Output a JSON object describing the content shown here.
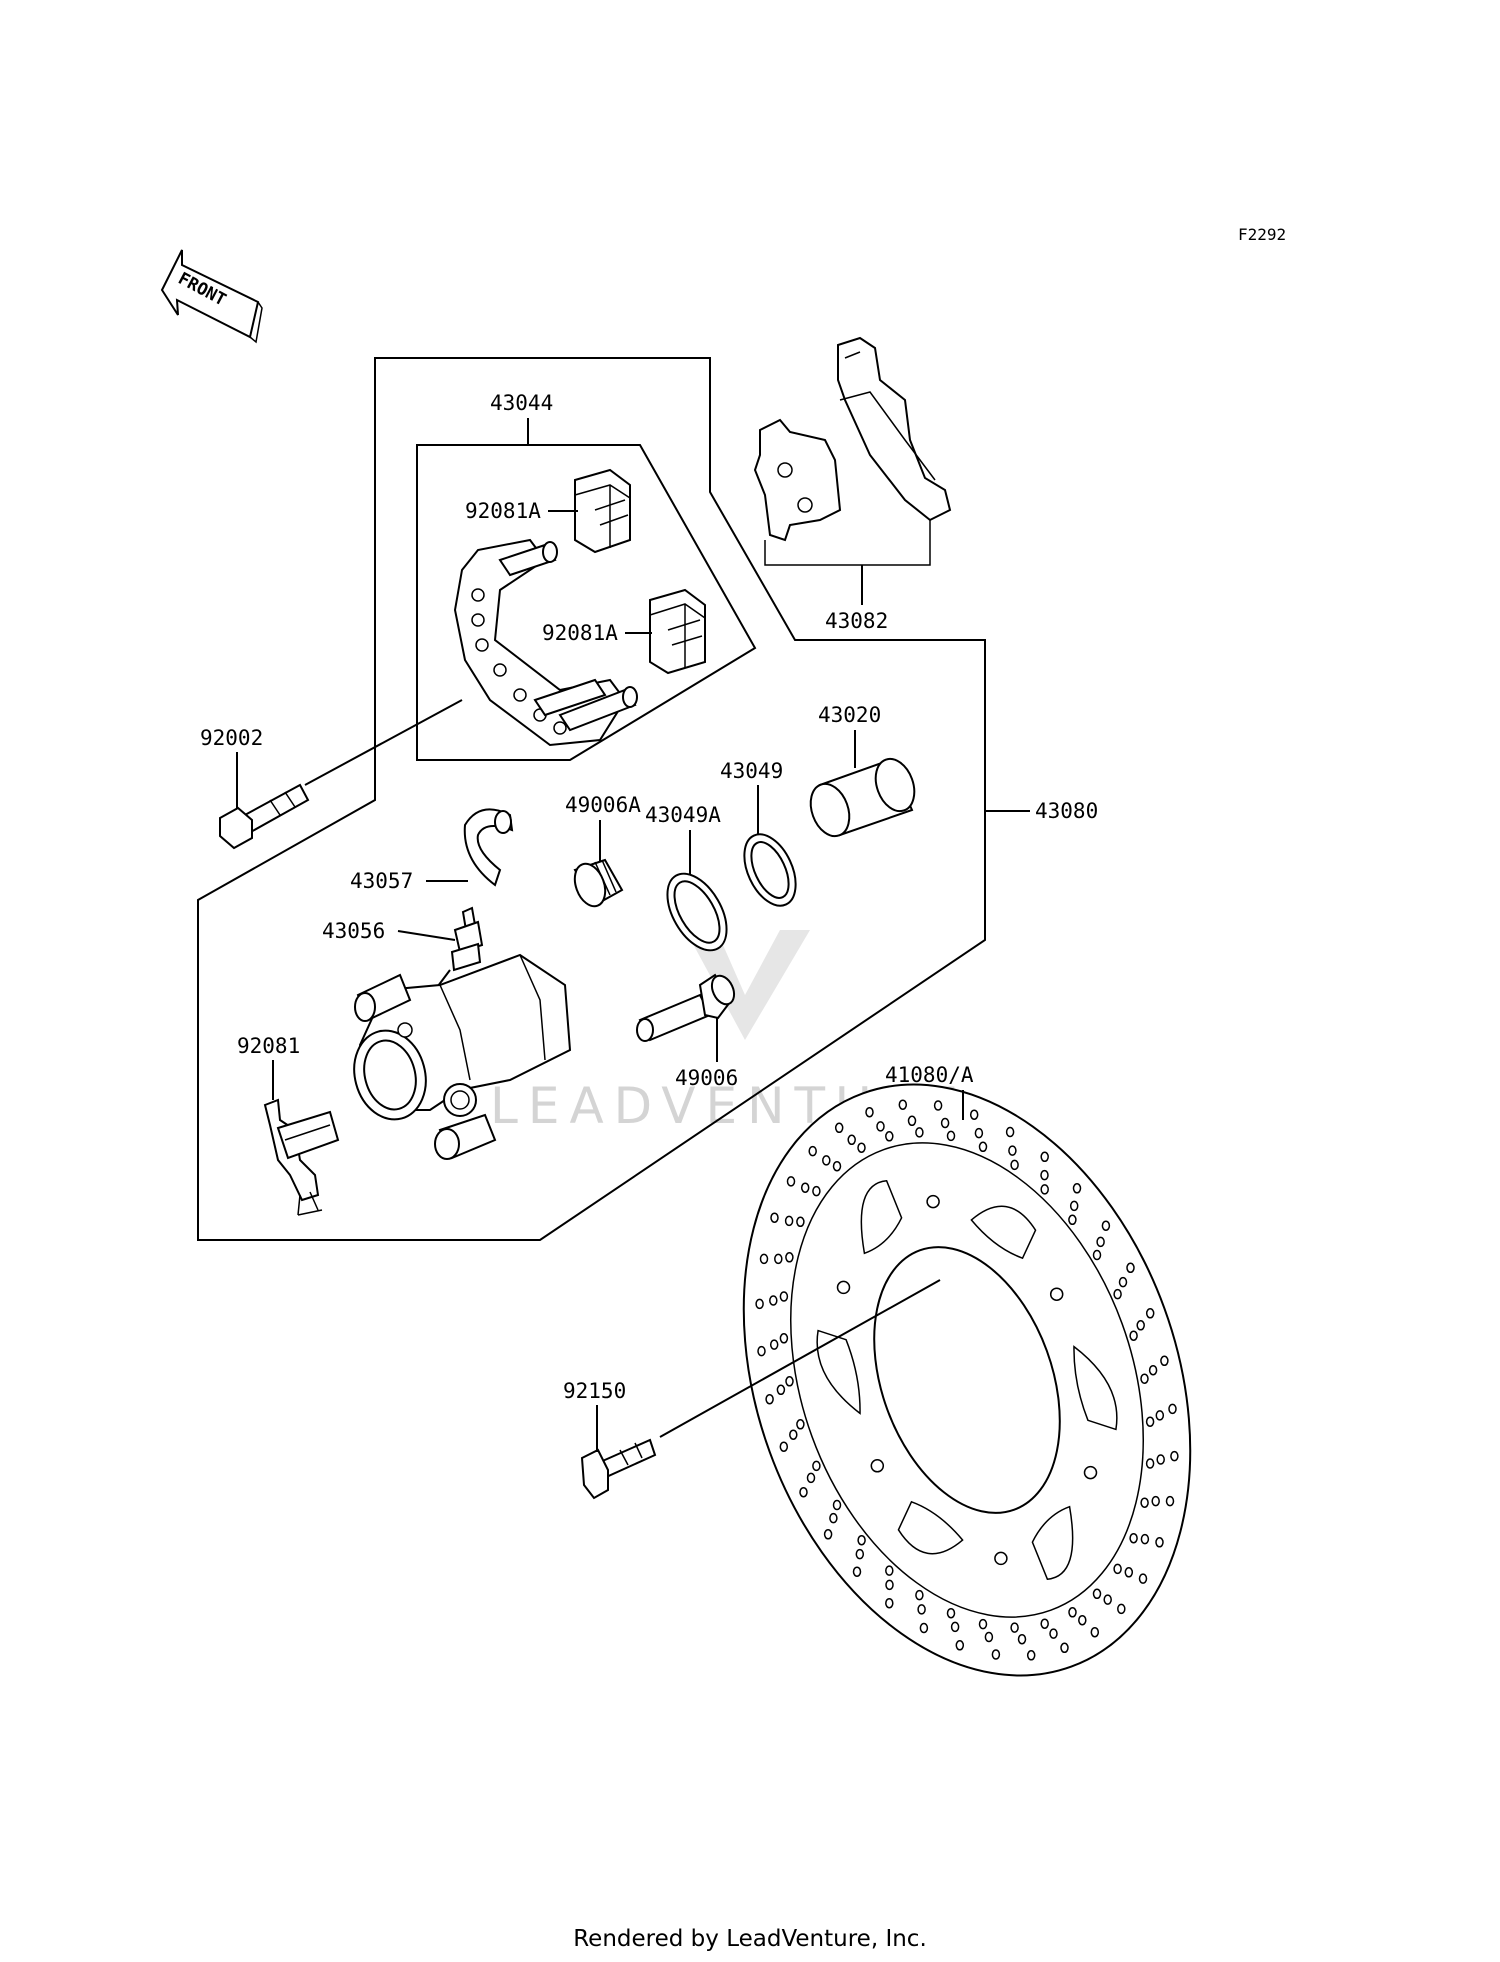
{
  "diagram_code": "F2292",
  "front_label": "FRONT",
  "watermark": "LEADVENTURE",
  "footer": "Rendered by LeadVenture, Inc.",
  "parts": {
    "p43044": "43044",
    "p92081A_1": "92081A",
    "p92081A_2": "92081A",
    "p43082": "43082",
    "p92002": "92002",
    "p43020": "43020",
    "p43049": "43049",
    "p49006A": "49006A",
    "p43049A": "43049A",
    "p43080": "43080",
    "p43057": "43057",
    "p43056": "43056",
    "p92081": "92081",
    "p49006": "49006",
    "p41080A": "41080/A",
    "p92150": "92150"
  }
}
